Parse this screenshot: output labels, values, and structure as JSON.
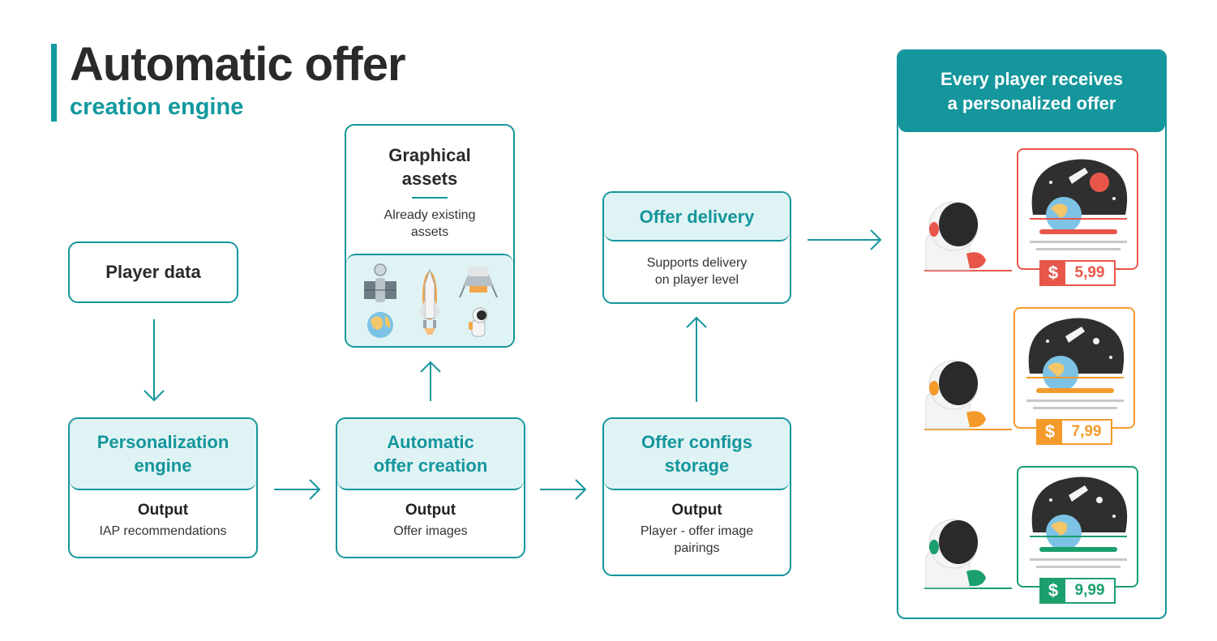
{
  "header": {
    "title": "Automatic offer",
    "subtitle": "creation engine"
  },
  "player_data": {
    "label": "Player data"
  },
  "graphical_assets": {
    "title_line1": "Graphical",
    "title_line2": "assets",
    "desc_line1": "Already existing",
    "desc_line2": "assets"
  },
  "personalization": {
    "head_line1": "Personalization",
    "head_line2": "engine",
    "output_label": "Output",
    "output_text": "IAP recommendations"
  },
  "automatic_offer": {
    "head_line1": "Automatic",
    "head_line2": "offer creation",
    "output_label": "Output",
    "output_text": "Offer images"
  },
  "offer_configs": {
    "head_line1": "Offer configs",
    "head_line2": "storage",
    "output_label": "Output",
    "output_line1": "Player - offer image",
    "output_line2": "pairings"
  },
  "offer_delivery": {
    "head": "Offer delivery",
    "desc_line1": "Supports delivery",
    "desc_line2": "on player level"
  },
  "result_panel": {
    "head_line1": "Every player receives",
    "head_line2": "a personalized offer",
    "offers": [
      {
        "currency": "$",
        "price": "5,99",
        "color": "#e8564a"
      },
      {
        "currency": "$",
        "price": "7,99",
        "color": "#f39a2a"
      },
      {
        "currency": "$",
        "price": "9,99",
        "color": "#1b9f6d"
      }
    ]
  },
  "colors": {
    "accent": "#14969c",
    "accent_light": "#e0f3f4",
    "title": "#2a2a2a"
  }
}
